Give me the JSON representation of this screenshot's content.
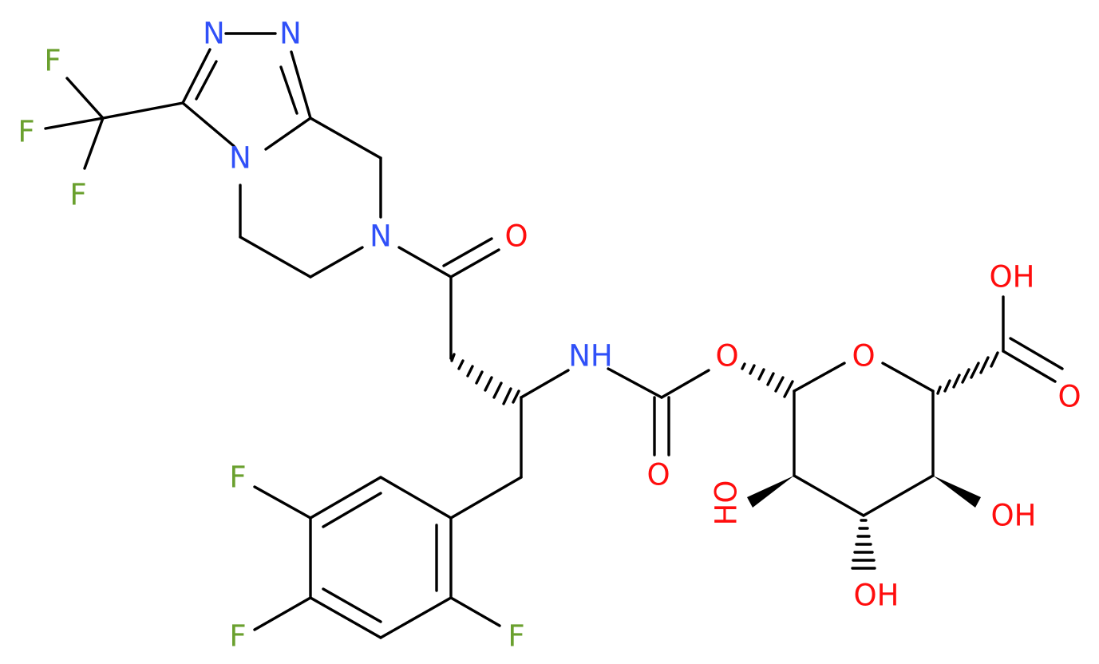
{
  "colors": {
    "N": "#3050F8",
    "O": "#FF0D0D",
    "F": "#6AA02E",
    "bond": "#000000",
    "background": "#FFFFFF"
  },
  "atoms": {
    "n1": {
      "label": "N",
      "element": "N"
    },
    "n2": {
      "label": "N",
      "element": "N"
    },
    "n4": {
      "label": "N",
      "element": "N"
    },
    "n7": {
      "label": "N",
      "element": "N"
    },
    "f_cf3_1": {
      "label": "F",
      "element": "F"
    },
    "f_cf3_2": {
      "label": "F",
      "element": "F"
    },
    "f_cf3_3": {
      "label": "F",
      "element": "F"
    },
    "o_amide": {
      "label": "O",
      "element": "O"
    },
    "nh": {
      "label": "NH",
      "element": "N"
    },
    "o_carbamate": {
      "label": "O",
      "element": "O"
    },
    "o_glyco": {
      "label": "O",
      "element": "O"
    },
    "o_ring": {
      "label": "O",
      "element": "O"
    },
    "o_acid_oh": {
      "label": "OH",
      "element": "O"
    },
    "o_acid_dbl": {
      "label": "O",
      "element": "O"
    },
    "oh_c2": {
      "label": "HO",
      "element": "O"
    },
    "oh_c3": {
      "label": "OH",
      "element": "O"
    },
    "oh_c4": {
      "label": "OH",
      "element": "O"
    },
    "f_ar5": {
      "label": "F",
      "element": "F"
    },
    "f_ar4": {
      "label": "F",
      "element": "F"
    },
    "f_ar2": {
      "label": "F",
      "element": "F"
    }
  }
}
